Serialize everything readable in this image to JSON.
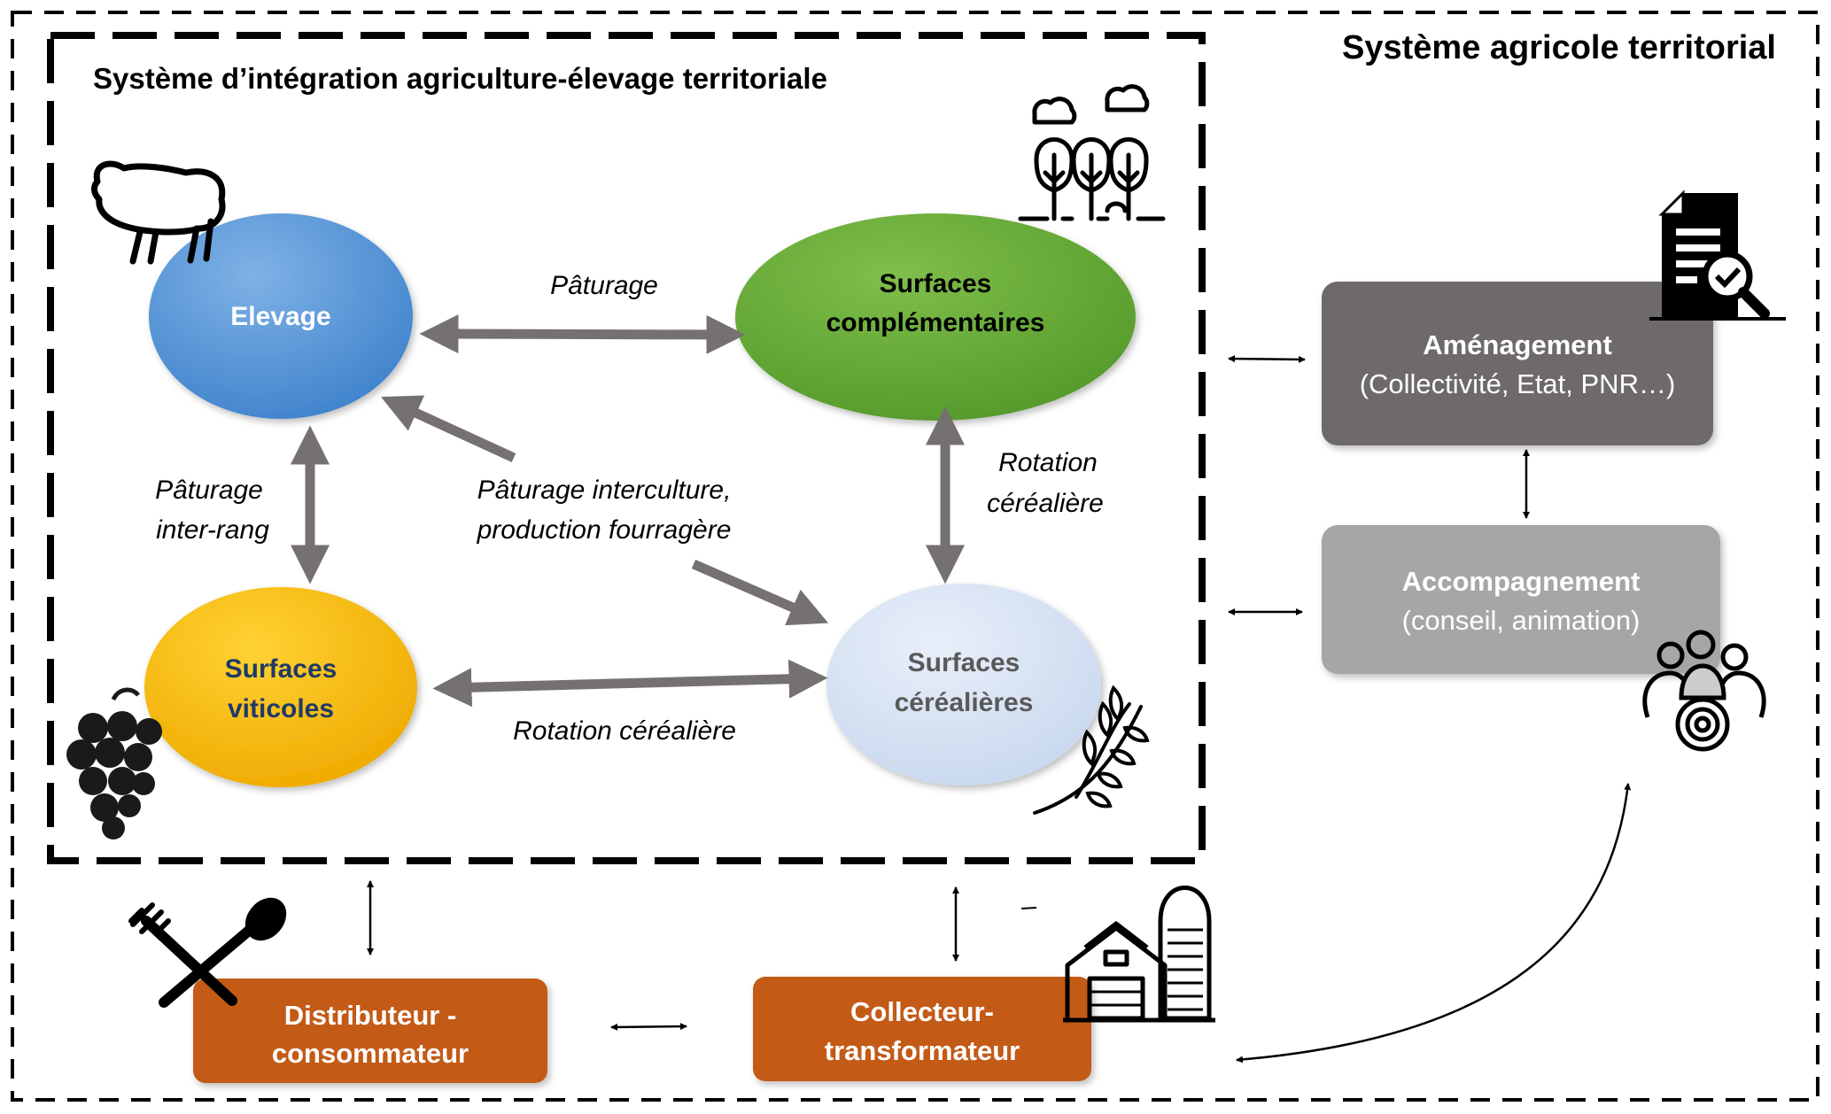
{
  "outer_title": "Système agricole territorial",
  "inner_title": "Système d’intégration agriculture-élevage territoriale",
  "nodes": {
    "elevage": "Elevage",
    "complementaires": [
      "Surfaces",
      "complémentaires"
    ],
    "viticoles": [
      "Surfaces",
      "viticoles"
    ],
    "cerealieres": [
      "Surfaces",
      "céréalières"
    ]
  },
  "edges": {
    "paturage_top": "Pâturage",
    "paturage_interrang": [
      "Pâturage",
      "inter-rang"
    ],
    "paturage_interculture": [
      "Pâturage interculture,",
      "production fourragère"
    ],
    "rotation_right": [
      "Rotation",
      "céréalière"
    ],
    "rotation_bottom": "Rotation céréalière"
  },
  "actors": {
    "amenagement": {
      "title": "Aménagement",
      "subtitle": "(Collectivité, Etat, PNR…)"
    },
    "accompagnement": {
      "title": "Accompagnement",
      "subtitle": "(conseil, animation)"
    },
    "distributeur": [
      "Distributeur -",
      "consommateur"
    ],
    "collecteur": [
      "Collecteur-",
      "transformateur"
    ]
  },
  "icons": [
    "sheep-icon",
    "trees-icon",
    "document-search-icon",
    "people-group-icon",
    "grapes-icon",
    "wheat-icon",
    "fork-spoon-icon",
    "barn-silo-icon"
  ],
  "colors": {
    "elevage": "#4a8fd4",
    "complementaires": "#6aab3a",
    "viticoles": "#f5b800",
    "cerealieres": "#d6e3f4",
    "amenagement": "#6e6b6b",
    "accompagnement": "#a6a6a6",
    "chain_boxes": "#c35a14",
    "arrows": "#767171"
  }
}
